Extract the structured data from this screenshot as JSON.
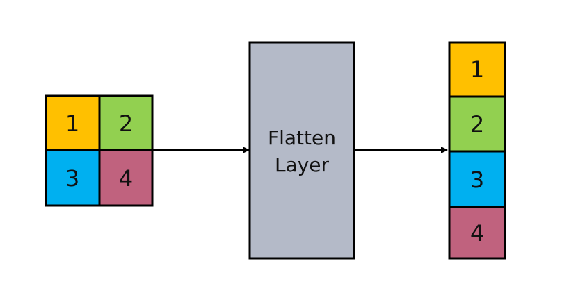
{
  "colors": {
    "cell_1": "#FFC000",
    "cell_2": "#92D050",
    "cell_3": "#00B0F0",
    "cell_4": "#C0627E",
    "layer_fill": "#B4BAC8",
    "stroke": "#000000"
  },
  "input_grid": {
    "cells": [
      {
        "label": "1",
        "color_key": "cell_1"
      },
      {
        "label": "2",
        "color_key": "cell_2"
      },
      {
        "label": "3",
        "color_key": "cell_3"
      },
      {
        "label": "4",
        "color_key": "cell_4"
      }
    ]
  },
  "layer": {
    "line1": "Flatten",
    "line2": "Layer"
  },
  "output_column": {
    "cells": [
      {
        "label": "1",
        "color_key": "cell_1"
      },
      {
        "label": "2",
        "color_key": "cell_2"
      },
      {
        "label": "3",
        "color_key": "cell_3"
      },
      {
        "label": "4",
        "color_key": "cell_4"
      }
    ]
  }
}
